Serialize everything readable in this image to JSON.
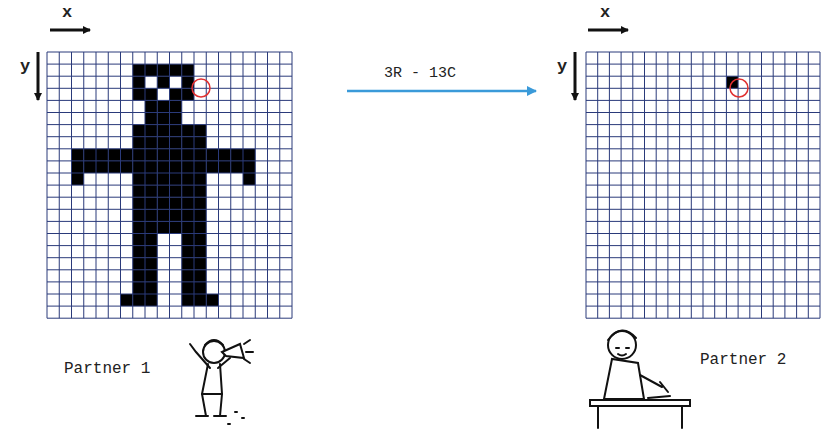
{
  "diagram": {
    "labels": [
      "x",
      "y",
      "3R - 13C",
      "x",
      "y",
      "Partner 1",
      "Partner 2"
    ]
  }
}
